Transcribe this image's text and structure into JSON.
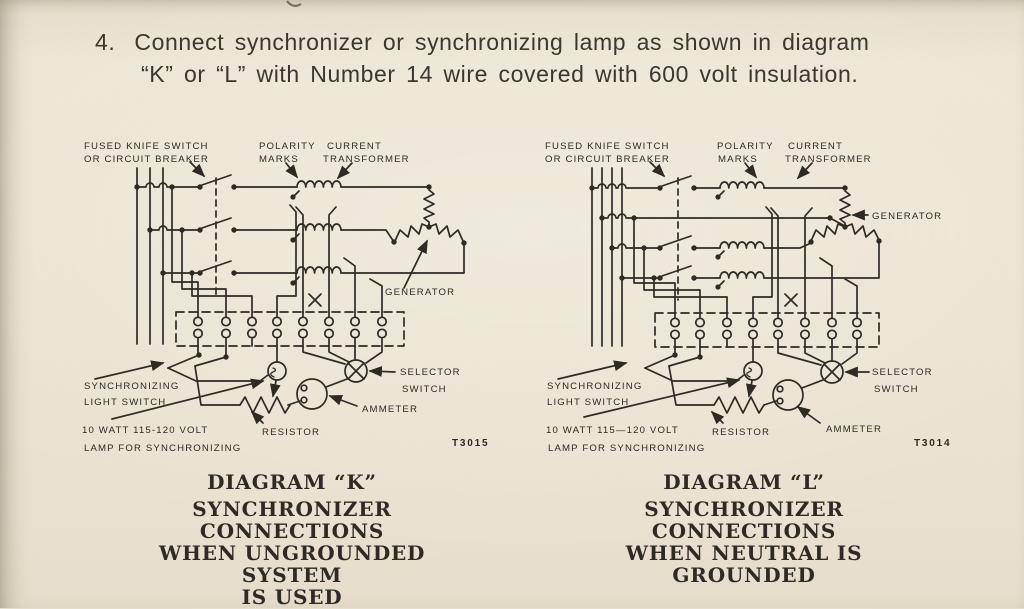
{
  "colors": {
    "paper": "#eae3d1",
    "ink": "#2e2b25"
  },
  "instruction": {
    "number": "4.",
    "line1": "Connect synchronizer or synchronizing lamp as shown in diagram",
    "line2": "“K” or “L” with Number 14 wire covered with 600 volt insulation."
  },
  "diagram_k": {
    "labels": {
      "fused_knife_line1": "FUSED KNIFE SWITCH",
      "fused_knife_line2": "OR CIRCUIT BREAKER",
      "polarity_line1": "POLARITY",
      "polarity_line2": "MARKS",
      "transformer_line1": "CURRENT",
      "transformer_line2": "TRANSFORMER",
      "generator": "GENERATOR",
      "sync_switch_line1": "SYNCHRONIZING",
      "sync_switch_line2": "LIGHT SWITCH",
      "lamp_line1": "10 WATT 115-120 VOLT",
      "lamp_line2": "LAMP FOR SYNCHRONIZING",
      "resistor": "RESISTOR",
      "selector_line1": "SELECTOR",
      "selector_line2": "SWITCH",
      "ammeter": "AMMETER"
    },
    "figure_number": "T3015",
    "caption": {
      "title": "DIAGRAM “K”",
      "line1": "SYNCHRONIZER CONNECTIONS",
      "line2": "WHEN UNGROUNDED SYSTEM",
      "line3": "IS USED"
    }
  },
  "diagram_l": {
    "labels": {
      "fused_knife_line1": "FUSED KNIFE SWITCH",
      "fused_knife_line2": "OR CIRCUIT BREAKER",
      "polarity_line1": "POLARITY",
      "polarity_line2": "MARKS",
      "transformer_line1": "CURRENT",
      "transformer_line2": "TRANSFORMER",
      "generator": "GENERATOR",
      "sync_switch_line1": "SYNCHRONIZING",
      "sync_switch_line2": "LIGHT SWITCH",
      "lamp_line1": "10 WATT 115—120 VOLT",
      "lamp_line2": "LAMP FOR SYNCHRONIZING",
      "resistor": "RESISTOR",
      "selector_line1": "SELECTOR",
      "selector_line2": "SWITCH",
      "ammeter": "AMMETER"
    },
    "figure_number": "T3014",
    "caption": {
      "title": "DIAGRAM “L”",
      "line1": "SYNCHRONIZER CONNECTIONS",
      "line2": "WHEN NEUTRAL IS GROUNDED"
    }
  }
}
